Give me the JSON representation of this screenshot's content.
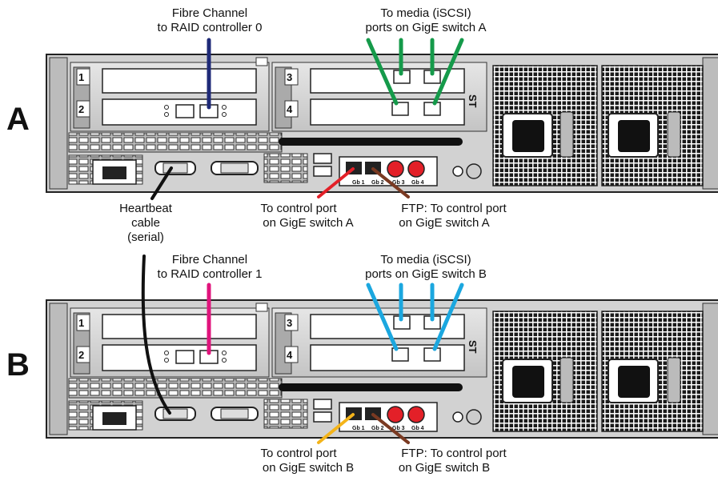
{
  "servers": [
    {
      "letter": "A",
      "fibre_label": [
        "Fibre Channel",
        "to RAID controller 0"
      ],
      "media_label": [
        "To media (iSCSI)",
        "ports on GigE switch A"
      ],
      "control_label": [
        "To control port",
        "on GigE switch A"
      ],
      "ftp_label": [
        "FTP: To control port",
        "on GigE switch A"
      ],
      "colors": {
        "fibre": "#1f2a78",
        "media": "#159a4a",
        "control": "#e32028",
        "ftp": "#7a3a22"
      }
    },
    {
      "letter": "B",
      "fibre_label": [
        "Fibre Channel",
        "to RAID controller 1"
      ],
      "media_label": [
        "To media (iSCSI)",
        "ports on GigE switch B"
      ],
      "control_label": [
        "To control port",
        "on GigE switch B"
      ],
      "ftp_label": [
        "FTP: To control port",
        "on GigE switch B"
      ],
      "colors": {
        "fibre": "#e0147c",
        "media": "#1ba7df",
        "control": "#f4b41a",
        "ftp": "#7a3a22"
      }
    }
  ],
  "heartbeat_label": [
    "Heartbeat",
    "cable",
    "(serial)"
  ],
  "heartbeat_color": "#111111",
  "slot_numbers": [
    "1",
    "2",
    "3",
    "4"
  ],
  "gb_port_labels": [
    "Gb 1",
    "Gb 2",
    "Gb 3",
    "Gb 4"
  ],
  "st_label": "ST"
}
